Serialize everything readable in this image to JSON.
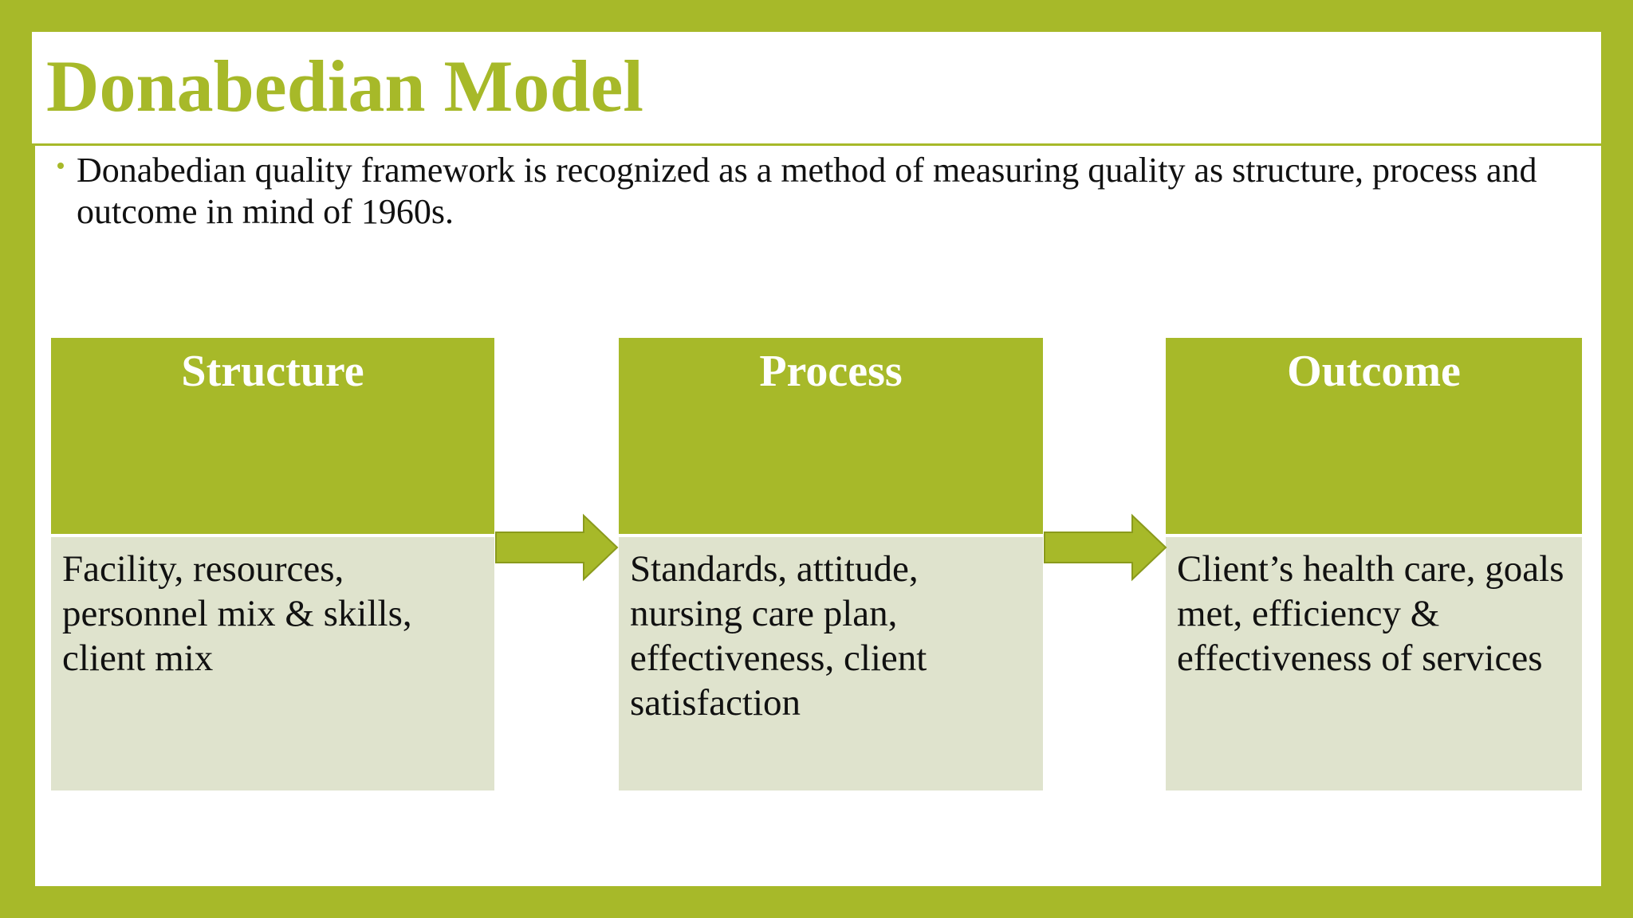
{
  "slide": {
    "title": "Donabedian Model",
    "bullet": "Donabedian quality framework is recognized as a method of measuring quality as structure, process and outcome in mind of 1960s."
  },
  "diagram": {
    "boxes": [
      {
        "heading": "Structure",
        "body": "Facility, resources, personnel mix & skills, client mix"
      },
      {
        "heading": "Process",
        "body": "Standards, attitude, nursing care plan, effectiveness, client satisfaction"
      },
      {
        "heading": "Outcome",
        "body": "Client’s health care, goals met, efficiency & effectiveness of services"
      }
    ],
    "colors": {
      "accent": "#a7b929",
      "body_fill": "#dfe3cd",
      "heading_text": "#ffffff",
      "body_text": "#111111"
    }
  }
}
